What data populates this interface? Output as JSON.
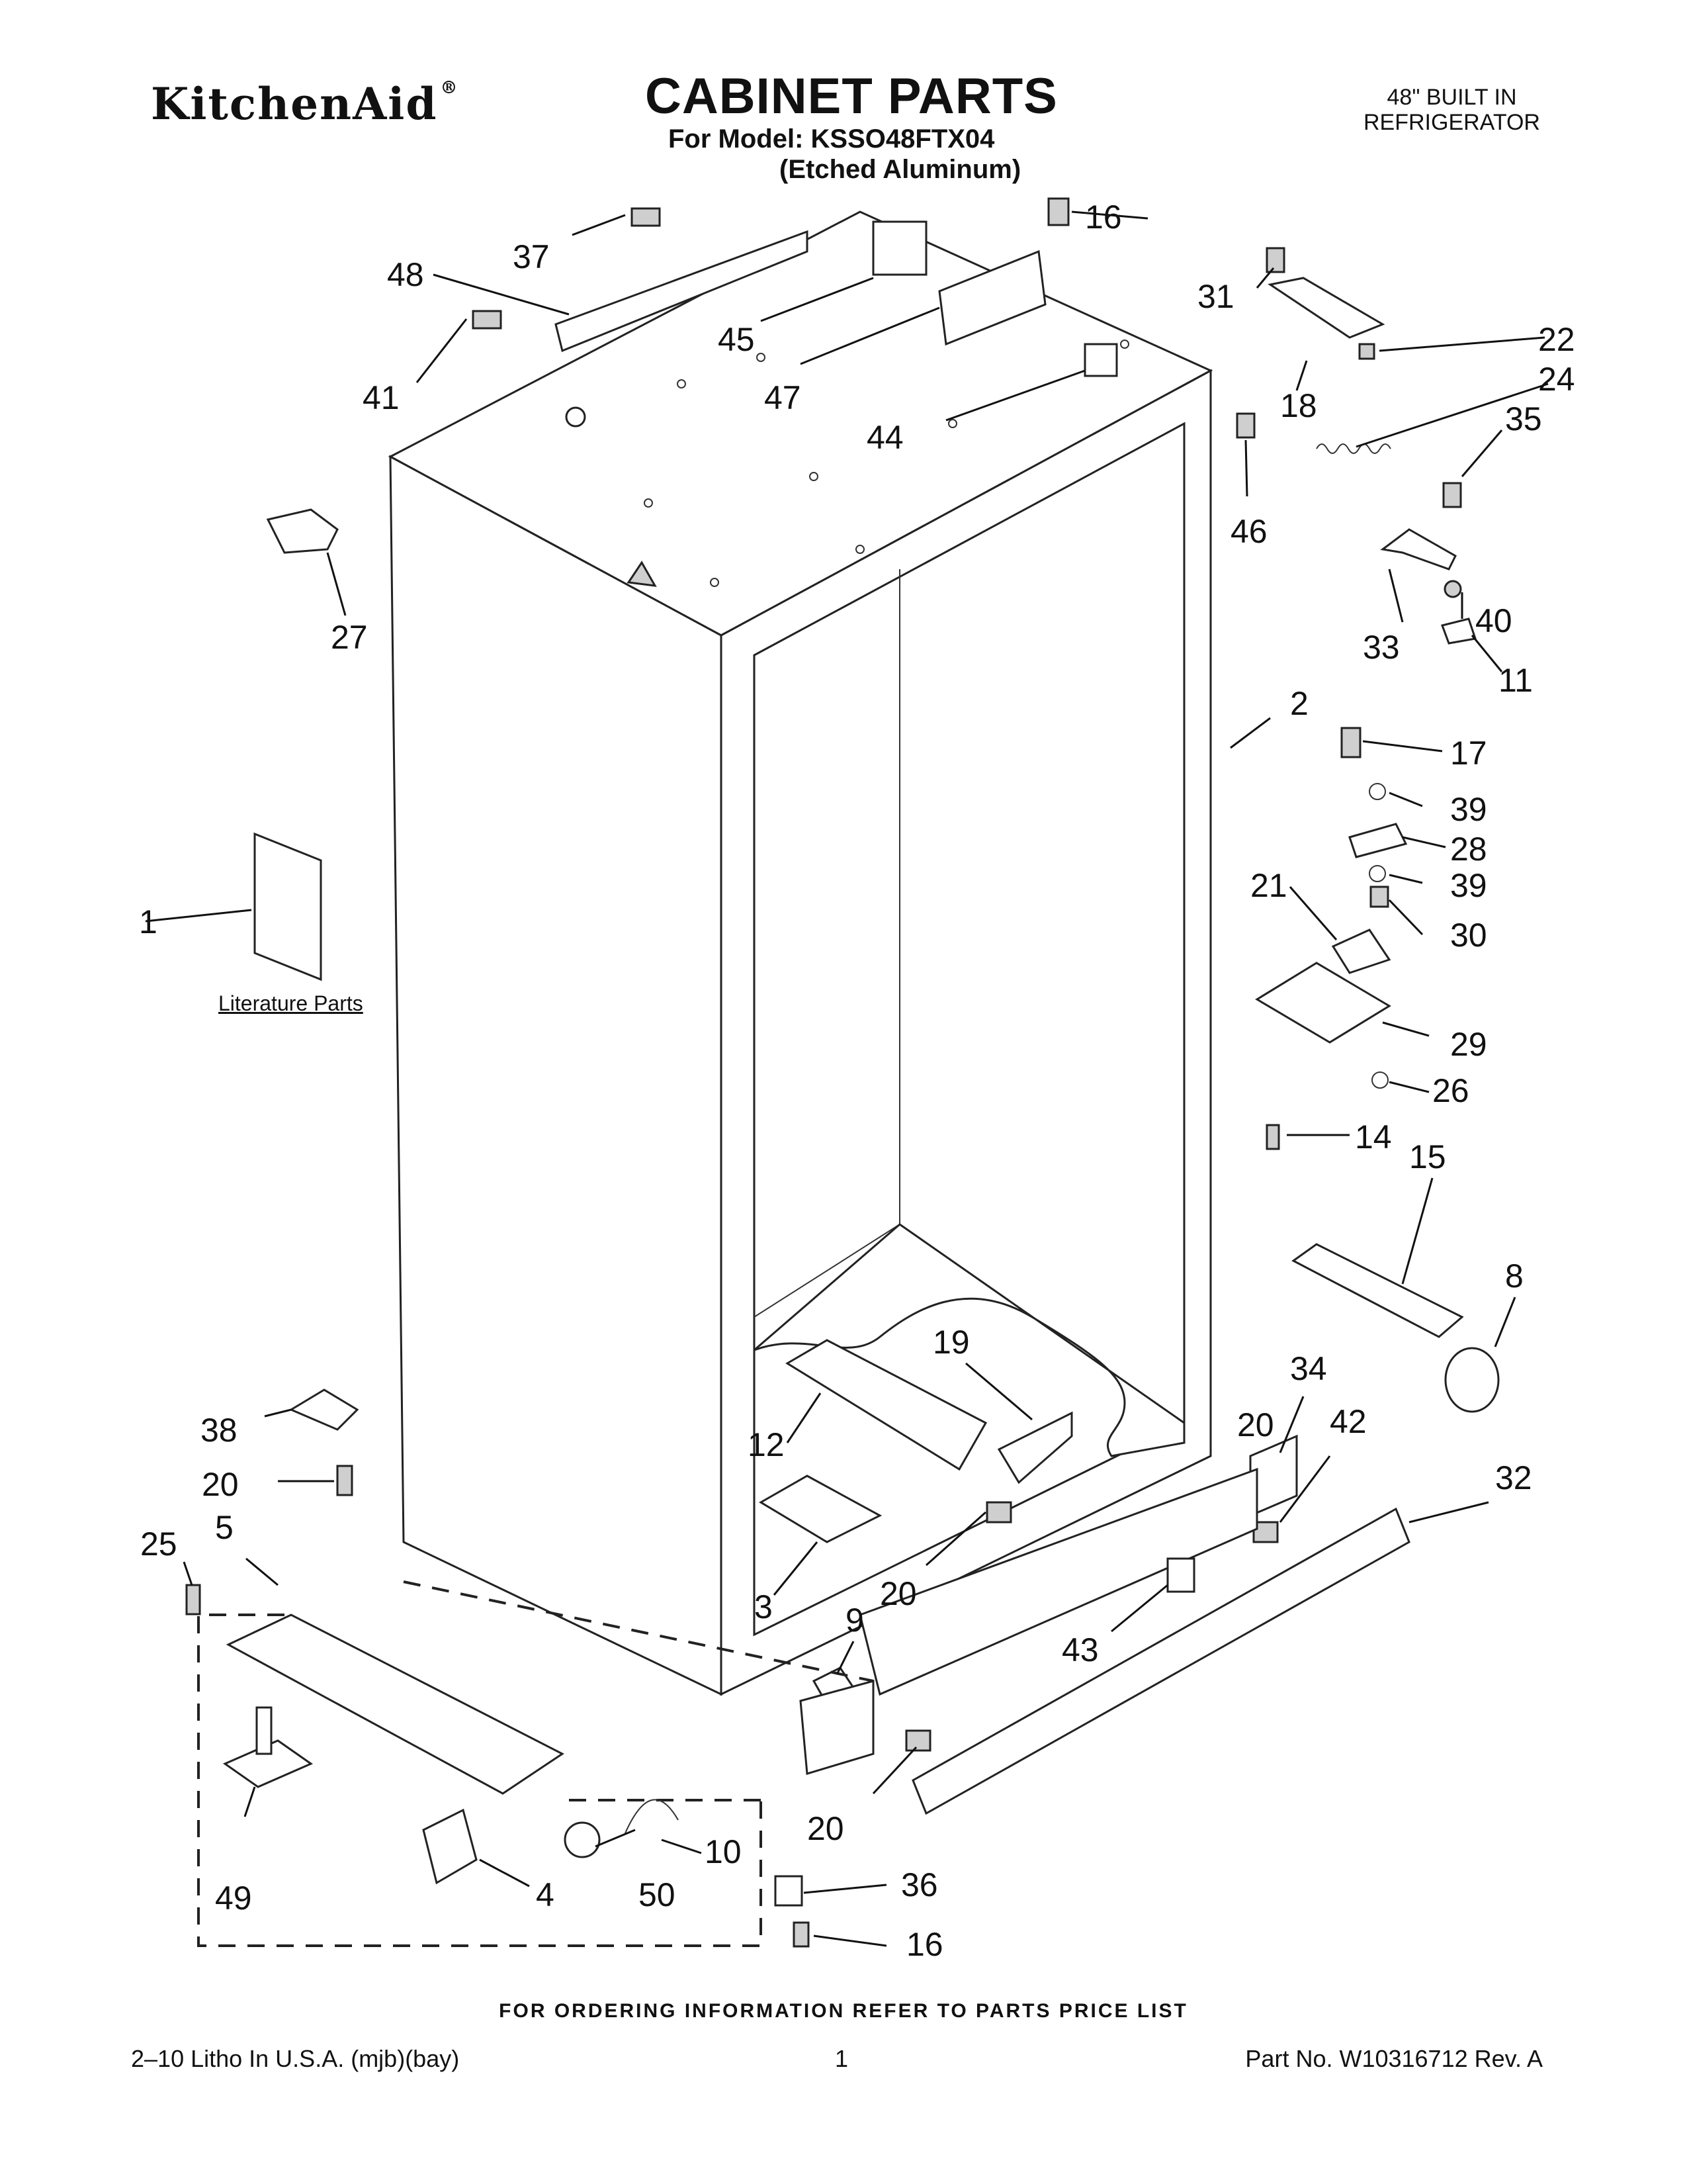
{
  "header": {
    "brand": "KitchenAid",
    "brand_mark": "®",
    "title": "CABINET PARTS",
    "model_line": "For Model: KSSO48FTX04",
    "finish_line": "(Etched Aluminum)",
    "product_type_line1": "48\" BUILT IN",
    "product_type_line2": "REFRIGERATOR"
  },
  "diagram": {
    "literature_label": "Literature Parts",
    "callouts": [
      "1",
      "2",
      "3",
      "4",
      "5",
      "8",
      "9",
      "10",
      "11",
      "12",
      "14",
      "15",
      "16",
      "16",
      "17",
      "18",
      "19",
      "20",
      "20",
      "20",
      "20",
      "21",
      "22",
      "24",
      "25",
      "26",
      "27",
      "28",
      "29",
      "30",
      "31",
      "32",
      "33",
      "34",
      "35",
      "36",
      "37",
      "38",
      "39",
      "39",
      "40",
      "41",
      "42",
      "43",
      "44",
      "45",
      "46",
      "47",
      "48",
      "49",
      "50"
    ]
  },
  "footer": {
    "ordering_note": "FOR ORDERING INFORMATION REFER TO PARTS PRICE LIST",
    "litho": "2–10 Litho In U.S.A. (mjb)(bay)",
    "page_number": "1",
    "part_number": "Part No. W10316712 Rev. A"
  }
}
